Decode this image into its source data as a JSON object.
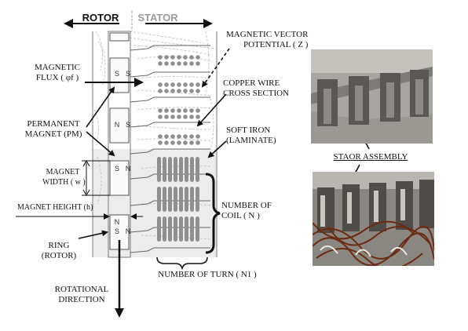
{
  "header": {
    "rotor": "ROTOR",
    "stator": "STATOR"
  },
  "labels": {
    "magnetic_vector_line1": "MAGNETIC VECTOR",
    "magnetic_vector_line2": "POTENTIAL ( Z )",
    "magnetic_flux_line1": "MAGNETIC",
    "magnetic_flux_line2": "FLUX ( φf )",
    "copper_wire_line1": "COPPER WIRE",
    "copper_wire_line2": "CROSS SECTION",
    "permanent_magnet_line1": "PERMANENT",
    "permanent_magnet_line2": "MAGNET (PM)",
    "soft_iron_line1": "SOFT IRON",
    "soft_iron_line2": "(LAMINATE)",
    "magnet_width_line1": "MAGNET",
    "magnet_width_line2": "WIDTH ( w )",
    "magnet_height": "MAGNET HEIGHT (h)",
    "number_of_coil_line1": "NUMBER OF",
    "number_of_coil_line2": "COIL ( N )",
    "ring_line1": "RING",
    "ring_line2": "(ROTOR)",
    "number_of_turn": "NUMBER OF TURN ( N1 )",
    "rotational_line1": "ROTATIONAL",
    "rotational_line2": "DIRECTION",
    "stator_assembly": "STAOR ASSEMBLY"
  },
  "poles": [
    "S",
    "S",
    "N",
    "S",
    "S",
    "N",
    "S",
    "N",
    "N"
  ],
  "colors": {
    "line": "#111111",
    "stator_gray": "#9a9a9a",
    "coil_gray": "#8f8f8f",
    "field_line": "#bdbdbd",
    "lower_bg": "#ececec"
  }
}
